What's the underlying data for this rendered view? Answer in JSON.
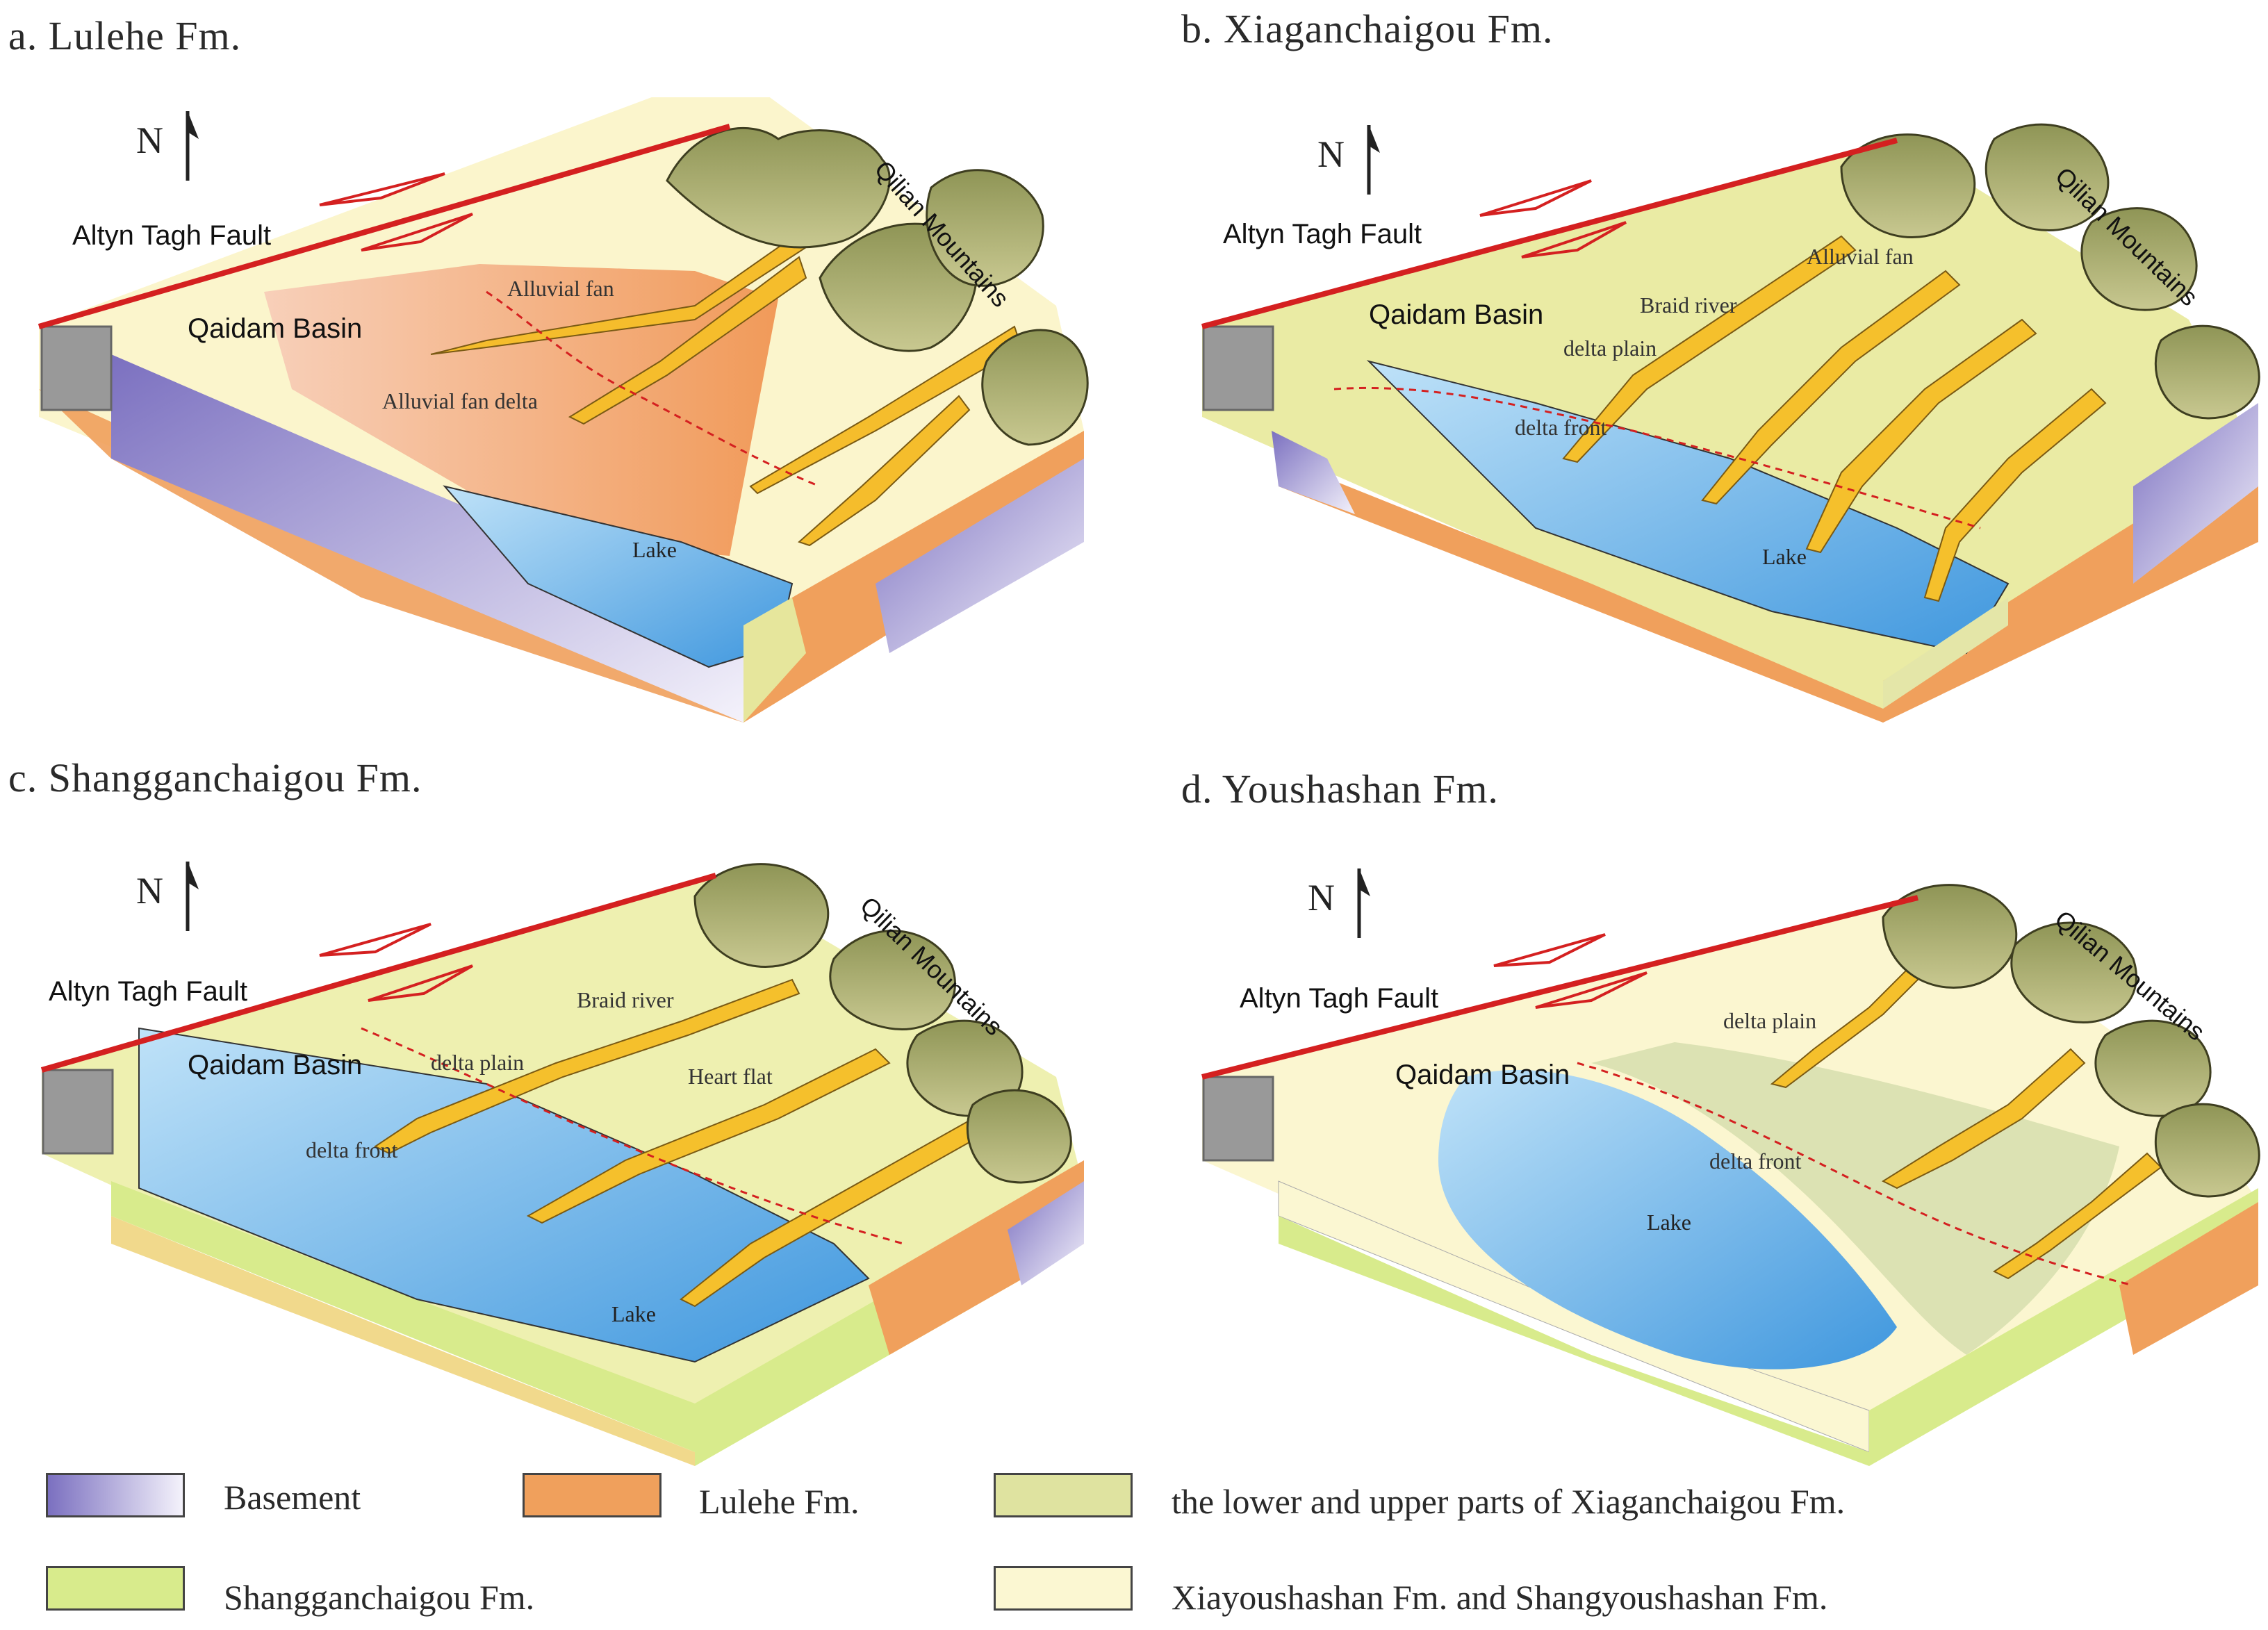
{
  "colors": {
    "fault": "#d42020",
    "basement": "#8a7fc8",
    "lulehe": "#f0a05c",
    "xiaganchaigou": "#dfe3a0",
    "shangganchaigou": "#d8eb8c",
    "youshashan": "#fbf7d2",
    "lake": "#5aaae6",
    "channel": "#f5c02c",
    "mountain": "#a8ab72",
    "fan": "#f4b89a"
  },
  "panels": {
    "a": {
      "title": "a. Lulehe Fm.",
      "north": "N",
      "fault": "Altyn Tagh Fault",
      "basin": "Qaidam Basin",
      "mountains": "Qilian Mountains",
      "labels": [
        "Alluvial fan",
        "Alluvial fan delta",
        "Lake"
      ]
    },
    "b": {
      "title": "b. Xiaganchaigou Fm.",
      "north": "N",
      "fault": "Altyn Tagh Fault",
      "basin": "Qaidam Basin",
      "mountains": "Qilian Mountains",
      "labels": [
        "Alluvial fan",
        "Braid river",
        "delta plain",
        "delta front",
        "Lake"
      ]
    },
    "c": {
      "title": "c. Shangganchaigou Fm.",
      "north": "N",
      "fault": "Altyn Tagh Fault",
      "basin": "Qaidam Basin",
      "mountains": "Qilian Mountains",
      "labels": [
        "Braid river",
        "delta plain",
        "Heart flat",
        "delta front",
        "Lake"
      ]
    },
    "d": {
      "title": "d. Youshashan Fm.",
      "north": "N",
      "fault": "Altyn Tagh Fault",
      "basin": "Qaidam Basin",
      "mountains": "Qilian Mountains",
      "labels": [
        "delta plain",
        "delta front",
        "Lake"
      ]
    }
  },
  "legend": {
    "basement": "Basement",
    "lulehe": "Lulehe Fm.",
    "xiaganchaigou": "the lower and upper parts of Xiaganchaigou Fm.",
    "shangganchaigou": "Shangganchaigou Fm.",
    "youshashan": "Xiayoushashan Fm.  and Shangyoushashan Fm."
  }
}
